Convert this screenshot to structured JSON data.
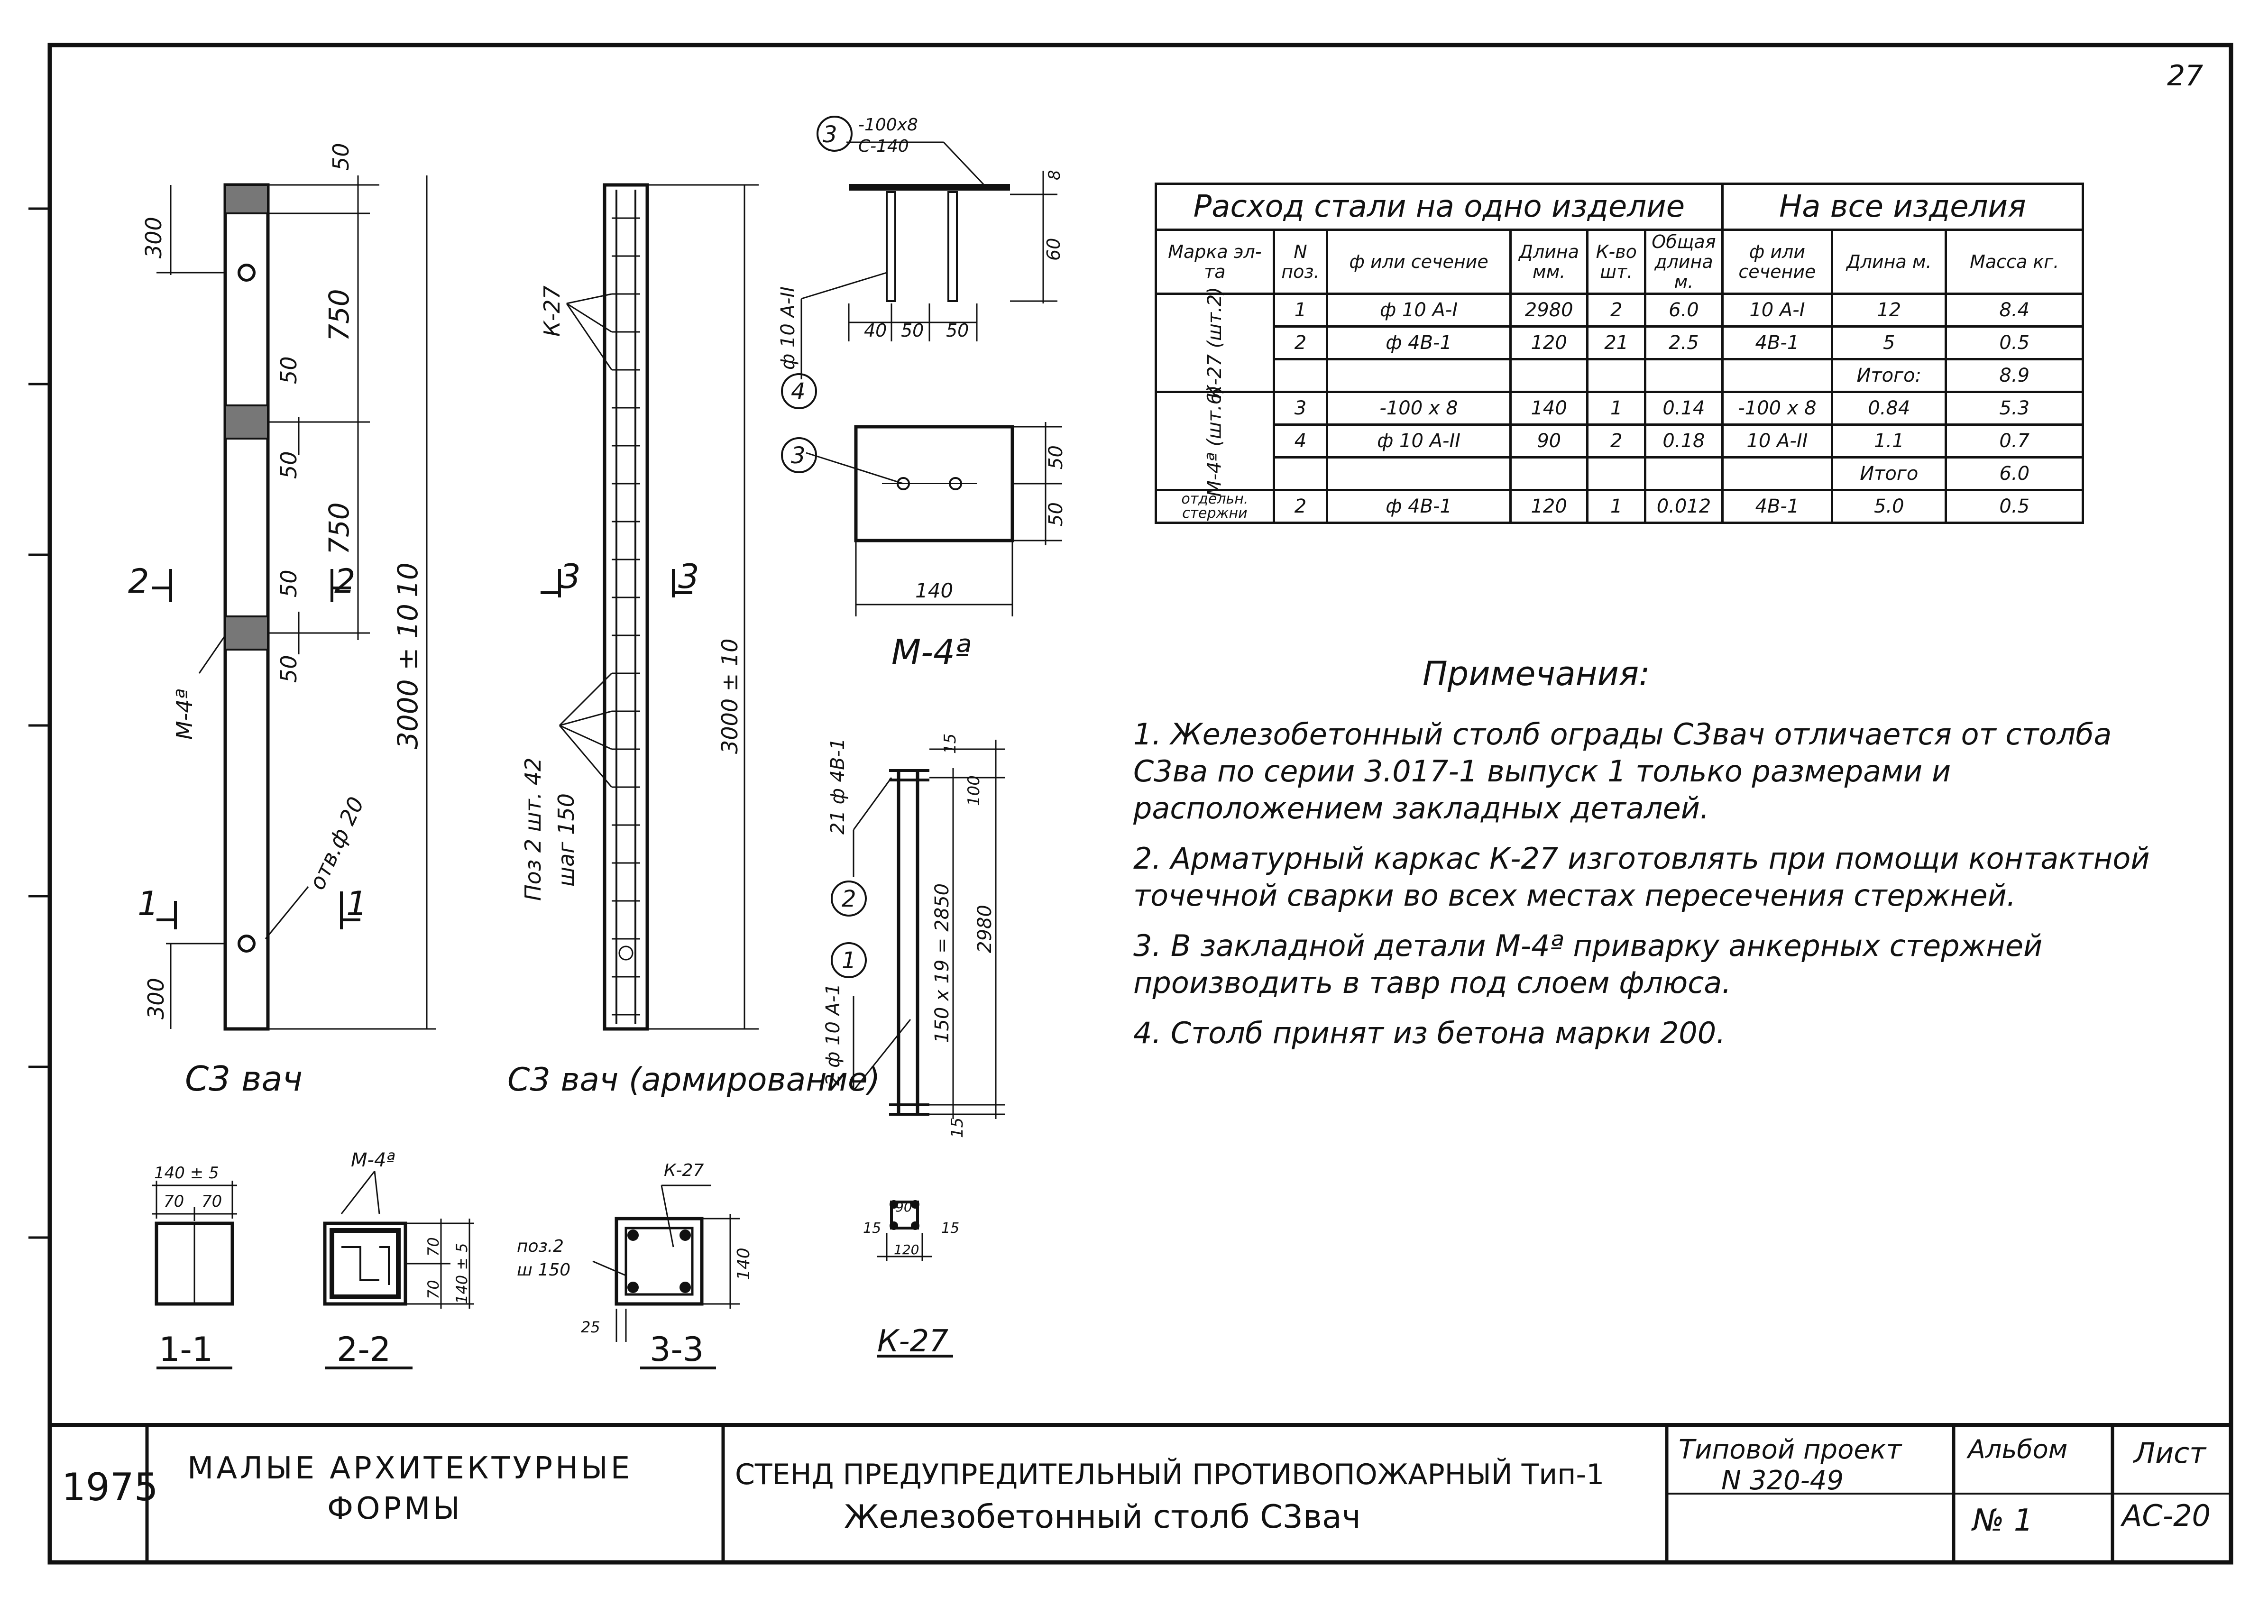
{
  "sheet_number_corner": "27",
  "elevation1": {
    "caption": "С3 вач",
    "dims": {
      "top": "50",
      "hole_top": "300",
      "span1": "750",
      "gap_a": "50",
      "gap_b": "50",
      "span2": "750",
      "gap_c": "50",
      "gap_d": "50",
      "total_a": "10",
      "total": "3000 ± 10",
      "bottom": "300"
    },
    "labels": {
      "plate": "М-4ª",
      "hole": "отв.ф 20",
      "section2_left": "2",
      "section2_right": "2",
      "section1_left": "1",
      "section1_right": "1"
    }
  },
  "elevation2": {
    "caption": "С3 вач (армирование)",
    "labels": {
      "cage": "К-27",
      "pos": "Поз 2 шт. 42",
      "step": "шаг 150",
      "sec3_left": "3",
      "sec3_right": "3",
      "total": "3000 ± 10"
    }
  },
  "detail_m4a": {
    "caption": "М-4ª",
    "callout3_top": "-100х8",
    "callout3_bottom": "С-140",
    "rod_label": "ф 10 А-II",
    "dims": {
      "d1": "40",
      "d2": "50",
      "d3": "50",
      "height": "60",
      "thick": "8",
      "side1": "50",
      "side2": "50",
      "width": "140"
    },
    "markers": [
      "3",
      "4",
      "3"
    ]
  },
  "detail_k27": {
    "labels": {
      "top_rod": "21 ф 4В-1",
      "side_rod": "2 ф 10 А-1",
      "dim_span": "150 х 19 = 2850",
      "dim_total": "2980",
      "dim_top": "15",
      "dim_top2": "100",
      "dim_bottom": "15"
    },
    "markers": [
      "2",
      "1"
    ]
  },
  "sections": {
    "s11": {
      "caption": "1-1",
      "dim_total": "140 ± 5",
      "dim_a": "70",
      "dim_b": "70"
    },
    "s22": {
      "caption": "2-2",
      "plate": "М-4ª",
      "dim_a": "70",
      "dim_b": "70",
      "dim_total": "140 ± 5"
    },
    "s33": {
      "caption": "3-3",
      "cage": "К-27",
      "pos": "поз.2",
      "step": "ш 150",
      "dim_side": "140",
      "dim_cover": "25"
    },
    "k27": {
      "caption": "К-27",
      "dim_a": "15",
      "dim_b": "90",
      "dim_c": "15",
      "dim_total": "120"
    }
  },
  "steel_table": {
    "title_left": "Расход стали на одно изделие",
    "title_right": "На все изделия",
    "headers": [
      "Марка эл-та",
      "N поз.",
      "ф или сечение",
      "Длина мм.",
      "К-во шт.",
      "Общая длина м.",
      "ф или сечение",
      "Длина м.",
      "Масса кг."
    ],
    "groups": [
      {
        "mark": "К-27 (шт.2)",
        "rows": [
          [
            "1",
            "ф 10 А-I",
            "2980",
            "2",
            "6.0",
            "10 А-I",
            "12",
            "8.4"
          ],
          [
            "2",
            "ф 4В-1",
            "120",
            "21",
            "2.5",
            "4В-1",
            "5",
            "0.5"
          ],
          [
            "",
            "",
            "",
            "",
            "",
            "",
            "Итого:",
            "8.9"
          ]
        ]
      },
      {
        "mark": "М-4ª (шт.6)",
        "rows": [
          [
            "3",
            "-100 х 8",
            "140",
            "1",
            "0.14",
            "-100 х 8",
            "0.84",
            "5.3"
          ],
          [
            "4",
            "ф 10 А-II",
            "90",
            "2",
            "0.18",
            "10 А-II",
            "1.1",
            "0.7"
          ],
          [
            "",
            "",
            "",
            "",
            "",
            "",
            "Итого",
            "6.0"
          ]
        ]
      },
      {
        "mark": "отдельн. стержни",
        "rows": [
          [
            "2",
            "ф 4В-1",
            "120",
            "1",
            "0.012",
            "4В-1",
            "5.0",
            "0.5"
          ]
        ]
      }
    ]
  },
  "notes": {
    "heading": "Примечания:",
    "items": [
      "1. Железобетонный столб ограды С3вач отличается от столба С3ва по серии 3.017-1 выпуск 1 только размерами и расположением закладных деталей.",
      "2. Арматурный каркас К-27 изготовлять при помощи контактной точечной сварки во всех местах пересечения стержней.",
      "3. В закладной детали М-4ª приварку анкерных стержней производить в тавр под слоем флюса.",
      "4. Столб принят из бетона марки 200."
    ]
  },
  "title_block": {
    "year": "1975",
    "org_line1": "МАЛЫЕ АРХИТЕКТУРНЫЕ",
    "org_line2": "ФОРМЫ",
    "title_line1": "СТЕНД ПРЕДУПРЕДИТЕЛЬНЫЙ ПРОТИВОПОЖАРНЫЙ Тип-1",
    "title_line2": "Железобетонный столб С3вач",
    "project_label": "Типовой проект",
    "project_number": "N 320-49",
    "album_label": "Альбом",
    "album_number": "№ 1",
    "sheet_label": "Лист",
    "sheet_number": "АС-20"
  }
}
